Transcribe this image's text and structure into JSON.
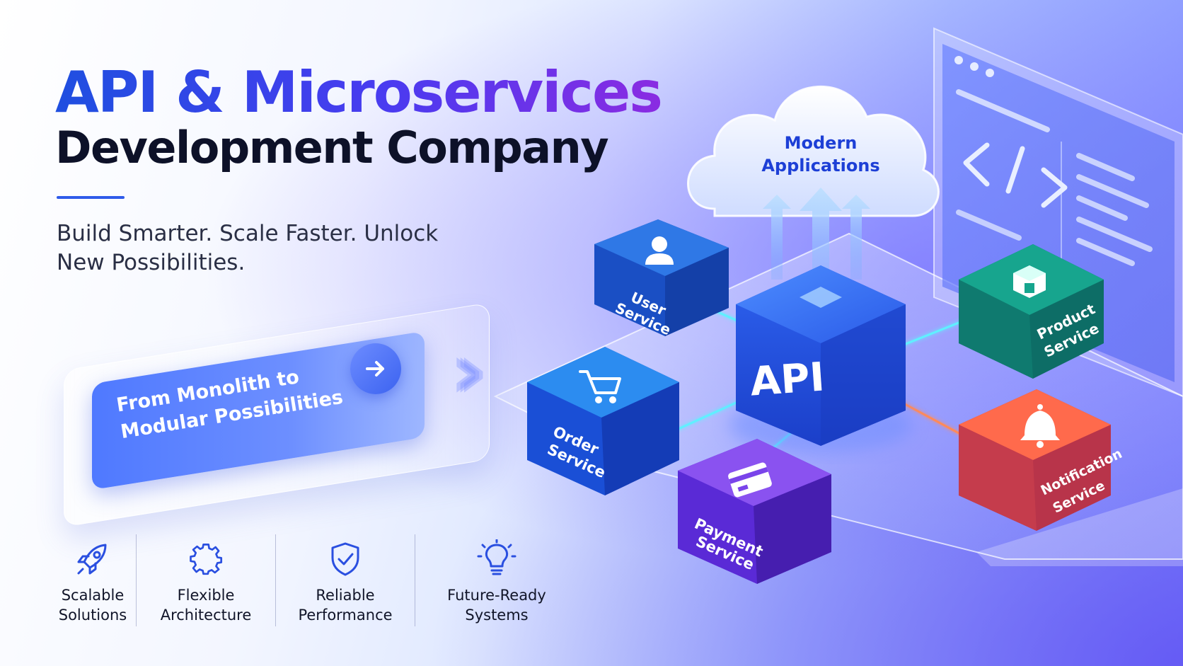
{
  "headline": {
    "line1": "API & Microservices",
    "line2": "Development Company"
  },
  "tagline": {
    "line1": "Build Smarter. Scale Faster. Unlock",
    "line2": "New Possibilities."
  },
  "banner": {
    "line1": "From Monolith to",
    "line2": "Modular Possibilities",
    "button_icon": "arrow-right-icon"
  },
  "diagram": {
    "cloud": {
      "line1": "Modern",
      "line2": "Applications"
    },
    "hub": "API",
    "services": {
      "user": {
        "line1": "User",
        "line2": "Service",
        "icon": "user-icon",
        "color": "#1f5fd8"
      },
      "order": {
        "line1": "Order",
        "line2": "Service",
        "icon": "cart-icon",
        "color": "#1d63e8"
      },
      "payment": {
        "line1": "Payment",
        "line2": "Service",
        "icon": "credit-card-icon",
        "color": "#6a2fe6"
      },
      "product": {
        "line1": "Product",
        "line2": "Service",
        "icon": "box-icon",
        "color": "#0f8a7a"
      },
      "notification": {
        "line1": "Notification",
        "line2": "Service",
        "icon": "bell-icon",
        "color": "#e8494a"
      }
    },
    "code_panel_icon": "code-icon"
  },
  "features": [
    {
      "line1": "Scalable",
      "line2": "Solutions",
      "icon": "rocket-icon"
    },
    {
      "line1": "Flexible",
      "line2": "Architecture",
      "icon": "gear-icon"
    },
    {
      "line1": "Reliable",
      "line2": "Performance",
      "icon": "shield-check-icon"
    },
    {
      "line1": "Future-Ready",
      "line2": "Systems",
      "icon": "lightbulb-icon"
    }
  ],
  "colors": {
    "accent_blue": "#2f5bea",
    "accent_purple": "#8a2be2",
    "heading_dark": "#0d1128",
    "icon_blue": "#2a4fe0"
  }
}
